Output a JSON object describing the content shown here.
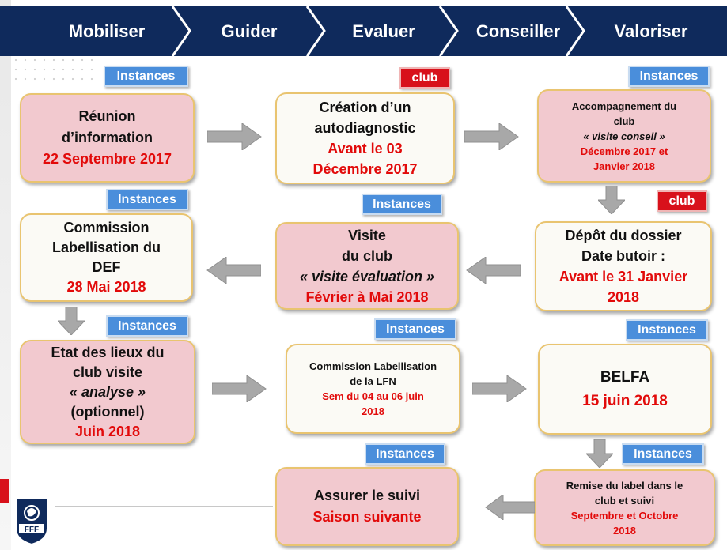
{
  "banner": {
    "steps": [
      "Mobiliser",
      "Guider",
      "Evaluer",
      "Conseiller",
      "Valoriser"
    ],
    "color": "#0f2a5c"
  },
  "tags": {
    "instances": "Instances",
    "club": "club"
  },
  "boxes": {
    "reunion": {
      "line1": "Réunion",
      "line2": "d’information",
      "date": "22 Septembre 2017"
    },
    "autodiag": {
      "line1": "Création d’un",
      "line2": "autodiagnostic",
      "date1": "Avant le 03",
      "date2": "Décembre 2017"
    },
    "accompagnement": {
      "line1": "Accompagnement du",
      "line2": "club",
      "line3": "« visite conseil »",
      "date1": "Décembre 2017 et",
      "date2": "Janvier 2018"
    },
    "commission_def": {
      "line1": "Commission",
      "line2": "Labellisation du",
      "line3": "DEF",
      "date": "28 Mai 2018"
    },
    "visite_club": {
      "line1": "Visite",
      "line2": "du club",
      "line3": "« visite évaluation »",
      "date": "Février à Mai 2018"
    },
    "depot": {
      "line1": "Dépôt du dossier",
      "line2": "Date butoir :",
      "date1": "Avant le 31 Janvier",
      "date2": "2018"
    },
    "etat_lieux": {
      "line1": "Etat des lieux du",
      "line2": "club visite",
      "line3": "« analyse »",
      "line4": "(optionnel)",
      "date": "Juin 2018"
    },
    "commission_lfn": {
      "line1": "Commission Labellisation",
      "line2": "de la LFN",
      "date1": "Sem du 04 au 06 juin",
      "date2": "2018"
    },
    "belfa": {
      "line1": "BELFA",
      "date": "15 juin 2018"
    },
    "suivi": {
      "line1": "Assurer le suivi",
      "date": "Saison suivante"
    },
    "remise": {
      "line1": "Remise du label dans le",
      "line2": "club et suivi",
      "date1": "Septembre et Octobre",
      "date2": "2018"
    }
  },
  "logo": {
    "text": "FFF"
  },
  "colors": {
    "pink": "#f2c9cf",
    "red_text": "#e20a0a",
    "tag_blue": "#4a8edb",
    "tag_red": "#d8111b",
    "arrow": "#a8a8a8"
  }
}
